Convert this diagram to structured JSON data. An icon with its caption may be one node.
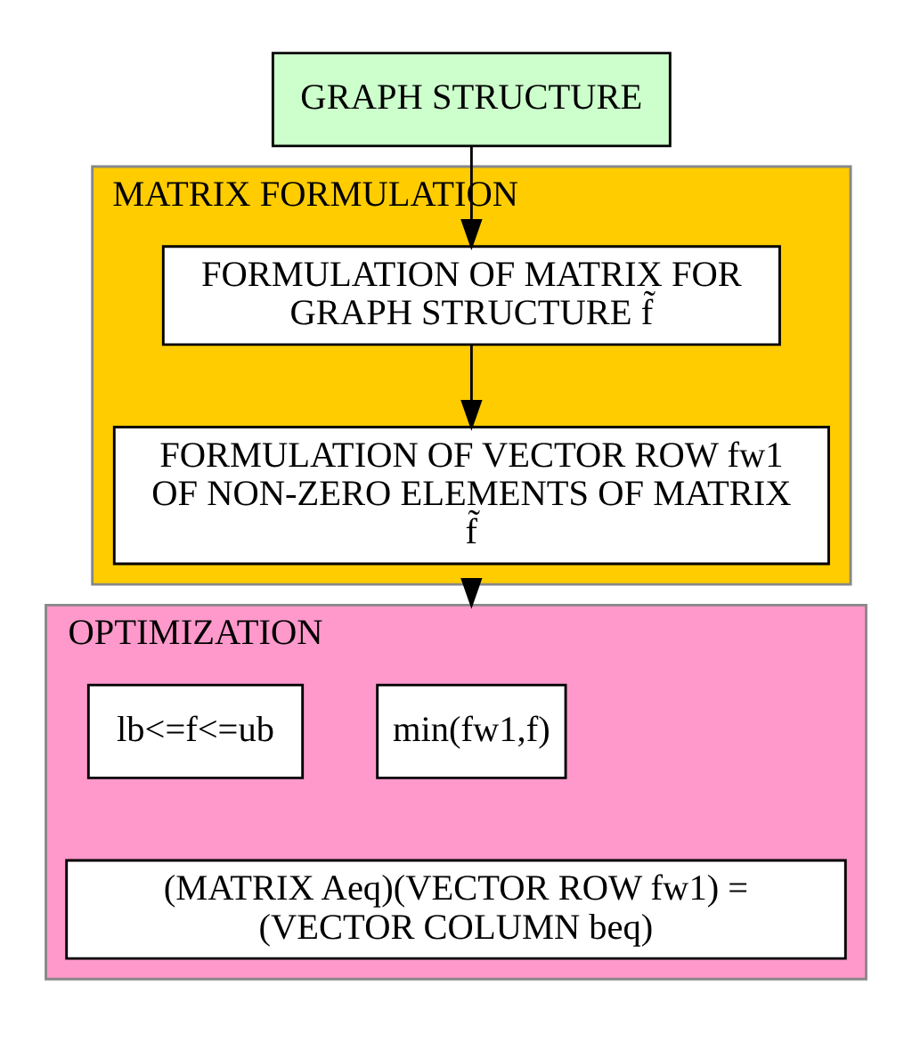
{
  "diagram": {
    "nodes": [
      {
        "text": [
          "GRAPH STRUCTURE"
        ]
      },
      {
        "text": [
          "MATRIX FORMULATION"
        ]
      },
      {
        "text": [
          "FORMULATION OF MATRIX FOR GRAPH STRUCTURE f̃"
        ],
        "in": 1
      },
      {
        "text": [
          "FORMULATION OF VECTOR ROW fw1 OF NON-ZERO ELEMENTS OF MATRIX f̃"
        ],
        "in": 1
      },
      {
        "text": [
          "OPTIMIZATION"
        ]
      },
      {
        "text": [
          "min(fw1,f)"
        ],
        "in": 4
      },
      {
        "text": [
          "lb<=f<=ub"
        ],
        "in": 4
      },
      {
        "text": [
          "(MATRIX Aeq)(VECTOR ROW fw1) = (VECTOR COLUMN beq)"
        ],
        "in": 4
      }
    ],
    "edges": [
      {
        "from": 0,
        "to": 2,
        "arrow": "to"
      },
      {
        "from": 2,
        "to": 3,
        "arrow": "to"
      },
      {
        "from": 1,
        "to": 4,
        "arrow": "to"
      }
    ]
  }
}
